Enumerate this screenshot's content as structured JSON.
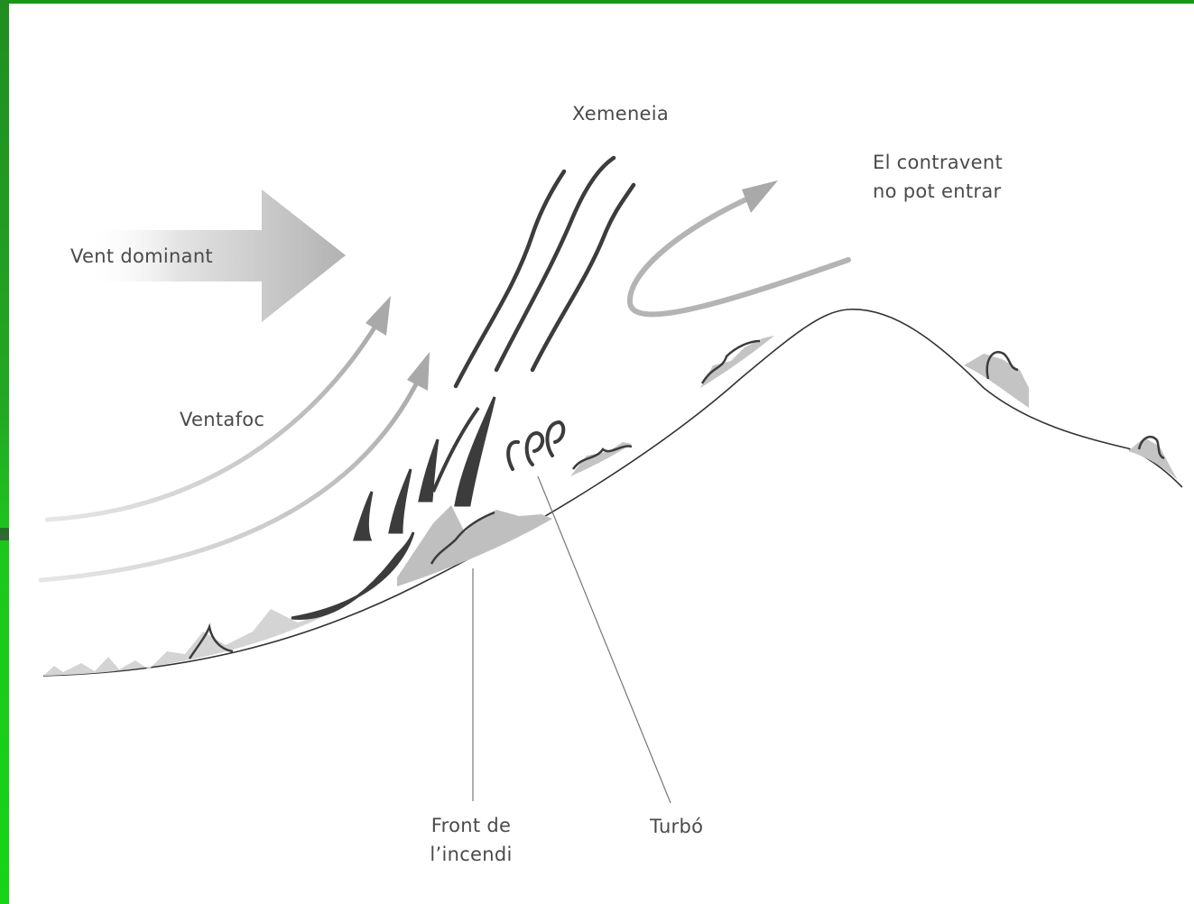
{
  "labels": {
    "vent_dominant": "Vent dominant",
    "ventafoc": "Ventafoc",
    "xemeneia": "Xemeneia",
    "contravent_line1": "El contravent",
    "contravent_line2": "no pot entrar",
    "front_line1": "Front de",
    "front_line2": "l’incendi",
    "turbo": "Turbó"
  },
  "colors": {
    "frame_green": "#129a12",
    "arrow_gray": "#b4b4b4",
    "flame_dark": "#3c3c3c",
    "vegetation_gray": "#c6c6c6",
    "text": "#4a4a4a"
  }
}
